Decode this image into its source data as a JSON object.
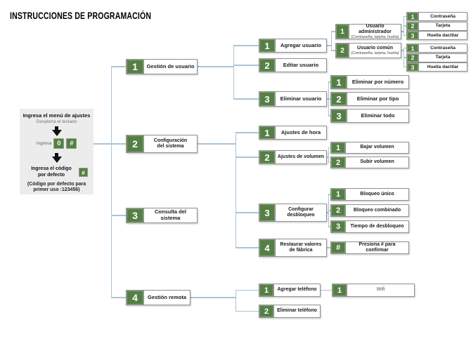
{
  "title": "INSTRUCCIONES DE PROGRAMACIÓN",
  "colors": {
    "accent_green": "#567f46",
    "connector_blue": "#a9c4d8",
    "panel_gray": "#ececec",
    "box_border": "#8f8f8f"
  },
  "panel": {
    "heading": "Ingresa el menú de ajustes",
    "subheading": "Despierta el teclado",
    "enter_label": "Ingresa",
    "key_zero": "0",
    "key_hash": "#",
    "code_line1": "Ingresa el código",
    "code_line2": "por defecto",
    "code_key": "#",
    "note_line1": "(Código por defecto para",
    "note_line2": "primer uso :123456)"
  },
  "menus": [
    {
      "num": "1",
      "label": "Gestión de usuario"
    },
    {
      "num": "2",
      "label": "Configuración",
      "label2": "del sistema"
    },
    {
      "num": "3",
      "label": "Consulta del sistema"
    },
    {
      "num": "4",
      "label": "Gestión remota"
    }
  ],
  "user": [
    {
      "num": "1",
      "label": "Agregar usuario"
    },
    {
      "num": "2",
      "label": "Editar usuario"
    },
    {
      "num": "3",
      "label": "Eliminar usuario"
    }
  ],
  "add_user": [
    {
      "num": "1",
      "label": "Usuario administrador",
      "sub": "(Contraseña, tarjeta, huella)"
    },
    {
      "num": "2",
      "label": "Usuario común",
      "sub": "(Contraseña, tarjeta, huella)"
    }
  ],
  "admin_methods": [
    {
      "num": "1",
      "label": "Contraseña"
    },
    {
      "num": "2",
      "label": "Tarjeta"
    },
    {
      "num": "3",
      "label": "Huella dactilar"
    }
  ],
  "common_methods": [
    {
      "num": "1",
      "label": "Contraseña"
    },
    {
      "num": "2",
      "label": "Tarjeta"
    },
    {
      "num": "3",
      "label": "Huella dactilar"
    }
  ],
  "delete_user": [
    {
      "num": "1",
      "label": "Eliminar por número"
    },
    {
      "num": "2",
      "label": "Eliminar por tipo"
    },
    {
      "num": "3",
      "label": "Eliminar todo"
    }
  ],
  "config": [
    {
      "num": "1",
      "label": "Ajustes de hora"
    },
    {
      "num": "2",
      "label": "Ajustes de volumen"
    },
    {
      "num": "3",
      "label": "Configurar",
      "label2": "desbloqueo"
    },
    {
      "num": "4",
      "label": "Restaurar valores",
      "label2": "de fábrica"
    }
  ],
  "volume": [
    {
      "num": "1",
      "label": "Bajar volumen"
    },
    {
      "num": "2",
      "label": "Subir volumen"
    }
  ],
  "unlock": [
    {
      "num": "1",
      "label": "Bloqueo único"
    },
    {
      "num": "2",
      "label": "Bloqueo combinado"
    },
    {
      "num": "3",
      "label": "Tiempo de desbloqueo"
    }
  ],
  "restore": [
    {
      "num": "#",
      "label": "Presiona # para confirmar"
    }
  ],
  "remote": [
    {
      "num": "1",
      "label": "Agregar teléfono"
    },
    {
      "num": "2",
      "label": "Eliminar teléfono"
    }
  ],
  "wifi": [
    {
      "num": "1",
      "label": "Wifi"
    }
  ]
}
